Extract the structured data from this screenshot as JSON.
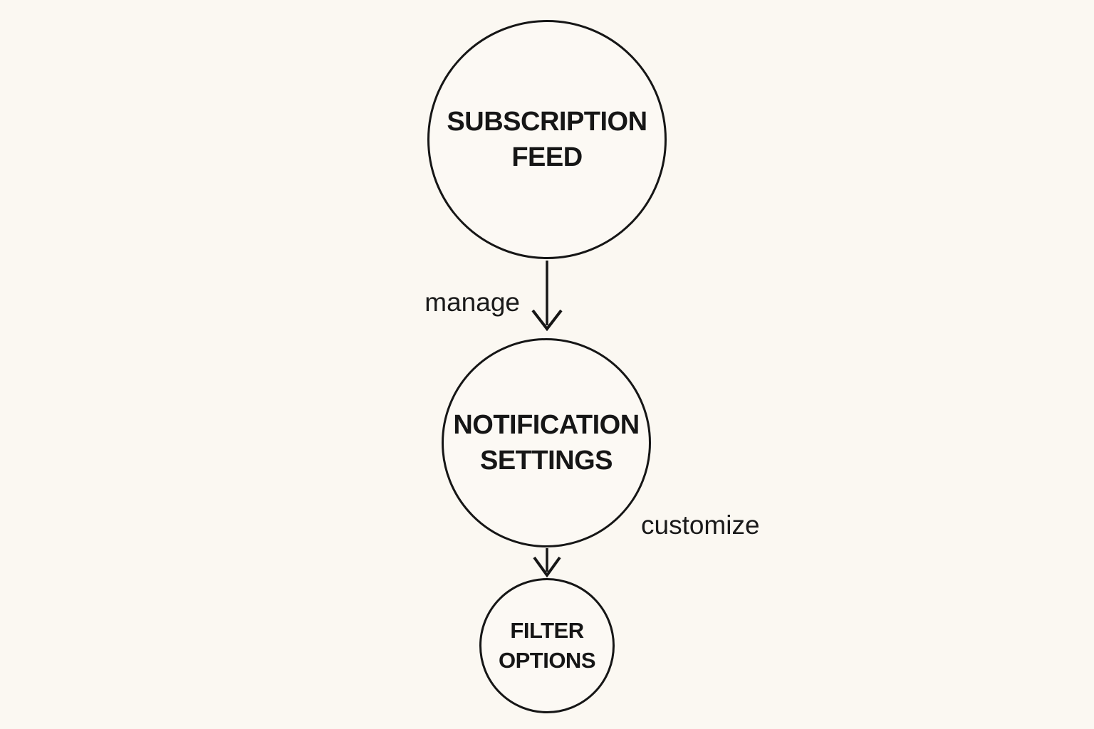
{
  "diagram": {
    "background_color": "#FBF8F2",
    "stroke_color": "#161616",
    "text_color": "#161616",
    "nodes": [
      {
        "id": "subscription-feed",
        "label_line1": "SUBSCRIPTION",
        "label_line2": "FEED"
      },
      {
        "id": "notification-settings",
        "label_line1": "NOTIFICATION",
        "label_line2": "SETTINGS"
      },
      {
        "id": "filter-options",
        "label_line1": "FILTER",
        "label_line2": "OPTIONS"
      }
    ],
    "edges": [
      {
        "from": "subscription-feed",
        "to": "notification-settings",
        "label": "manage"
      },
      {
        "from": "notification-settings",
        "to": "filter-options",
        "label": "customize"
      }
    ]
  }
}
